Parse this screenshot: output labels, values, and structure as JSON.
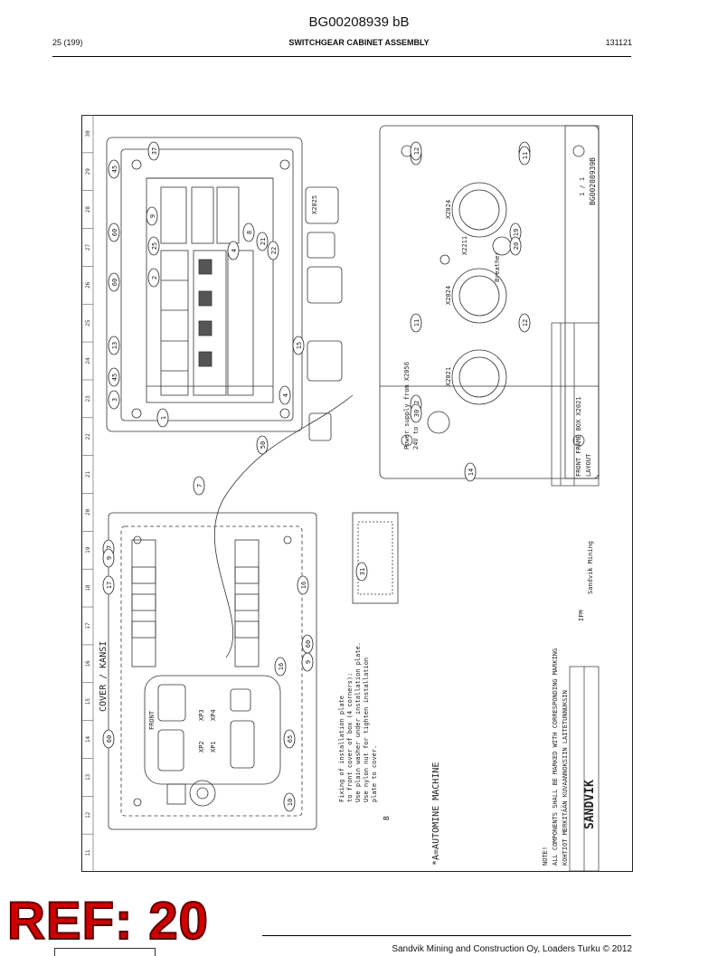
{
  "header": {
    "doc_id": "BG00208939 bB",
    "page": "25 (199)",
    "title": "SWITCHGEAR CABINET ASSEMBLY",
    "code": "131121"
  },
  "drawing": {
    "grid_numbers": [
      "30",
      "29",
      "28",
      "27",
      "26",
      "25",
      "24",
      "23",
      "22",
      "21",
      "20",
      "19",
      "18",
      "17",
      "16",
      "15",
      "14",
      "13",
      "12",
      "11"
    ],
    "labels": {
      "cover": "COVER / KANSI",
      "automine": "*A=AUTOMINE MACHINE",
      "note1": "NOTE!",
      "note2": "ALL COMPONENTS SHALL BE MARKED WITH CORRESPONDING MARKING",
      "note3": "KOHTIOT MERKITÄÄN KUVAANNOKSIIN LAITETUNNUKSIN",
      "fixing1": "Fixing of installation plate",
      "fixing2": "to front cover of box (4 corners):",
      "fixing3": "Use plain washer under installation plate.",
      "fixing4": "Use nylon nut for tighten installation",
      "fixing5": "plate to cover.",
      "power1": "Power supply from X2056",
      "power2": "24V to QNEP",
      "title_main": "FRONT FRAME BOX X2021",
      "title_sub": "LAYOUT",
      "drawing_no": "BG00208939B",
      "sheet": "1 / 1",
      "company": "Sandvik Mining",
      "logo": "SANDVIK",
      "front": "FRONT",
      "x2021": "X2021",
      "x2024": "X2024",
      "x2211": "X2211",
      "x2024b": "X2024",
      "x2025": "X2025",
      "xp1": "XP1",
      "xp2": "XP2",
      "xp3": "XP3",
      "xp4": "XP4",
      "breather": "Breather",
      "ifm": "IFM",
      "b_mark": "B"
    },
    "callouts": [
      "45",
      "60",
      "60",
      "13",
      "45",
      "3",
      "1",
      "2",
      "25",
      "9",
      "37",
      "4",
      "8",
      "21",
      "22",
      "4",
      "15",
      "50",
      "7",
      "14",
      "11",
      "12",
      "11",
      "12",
      "19",
      "20",
      "12",
      "11",
      "12",
      "30",
      "31",
      "16",
      "17",
      "17",
      "9",
      "60",
      "16",
      "9",
      "60",
      "65",
      "10"
    ]
  },
  "stamp": {
    "ref": "REF: 20"
  },
  "footer": {
    "text": "Sandvik Mining and Construction Oy, Loaders Turku © 2012"
  }
}
